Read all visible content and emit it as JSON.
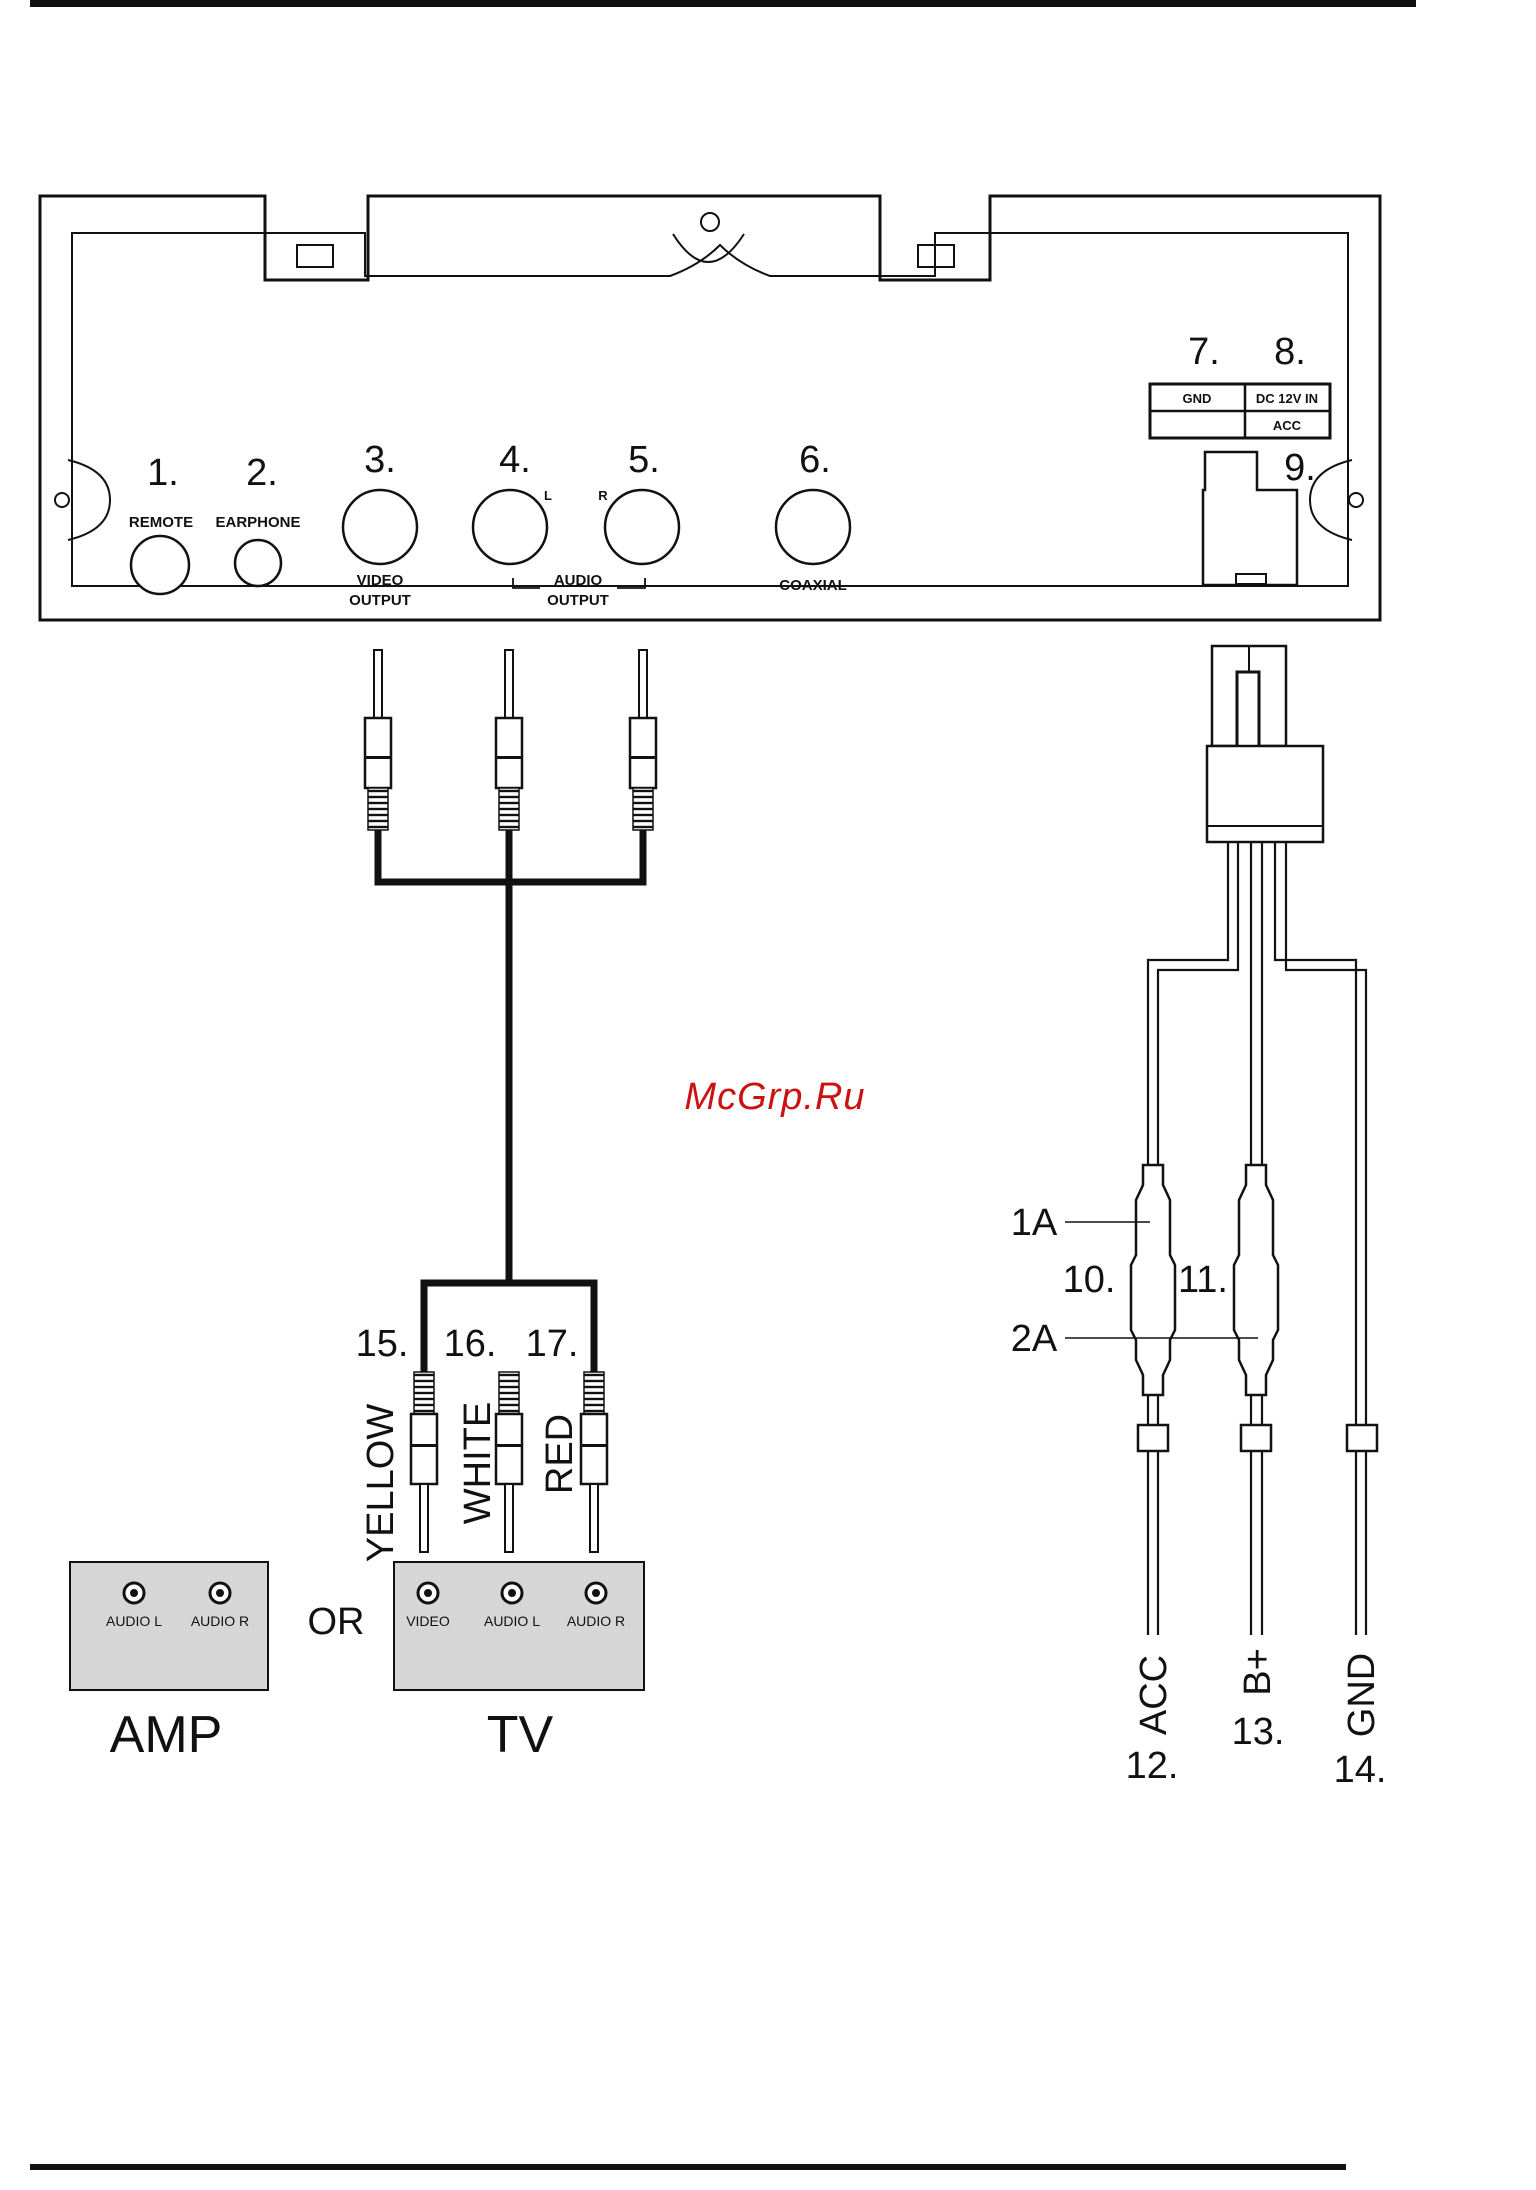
{
  "watermark": "McGrp.Ru",
  "panel": {
    "jacks": [
      {
        "num": "1.",
        "label": "REMOTE"
      },
      {
        "num": "2.",
        "label": "EARPHONE"
      },
      {
        "num": "3.",
        "label": "VIDEO",
        "label2": "OUTPUT"
      },
      {
        "num": "4.",
        "side": "L"
      },
      {
        "num": "5.",
        "side": "R"
      },
      {
        "num": "6.",
        "label": "COAXIAL"
      }
    ],
    "audio_output": {
      "line1": "AUDIO",
      "line2": "OUTPUT"
    },
    "power_block": {
      "num_gnd": "7.",
      "num_dc": "8.",
      "gnd": "GND",
      "dc": "DC  12V  IN",
      "acc": "ACC",
      "connector_num": "9."
    }
  },
  "rca_out": [
    {
      "num": "15.",
      "color": "YELLOW"
    },
    {
      "num": "16.",
      "color": "WHITE"
    },
    {
      "num": "17.",
      "color": "RED"
    }
  ],
  "amp": {
    "title": "AMP",
    "inputs": [
      "AUDIO  L",
      "AUDIO  R"
    ]
  },
  "or_text": "OR",
  "tv": {
    "title": "TV",
    "inputs": [
      "VIDEO",
      "AUDIO  L",
      "AUDIO  R"
    ]
  },
  "fuses": {
    "fuse_a_rating": "1A",
    "fuse_b_rating": "2A",
    "fuse_a_num": "10.",
    "fuse_b_num": "11."
  },
  "wires": [
    {
      "name": "ACC",
      "num": "12."
    },
    {
      "name": "B+",
      "num": "13."
    },
    {
      "name": "GND",
      "num": "14."
    }
  ],
  "colors": {
    "line": "#111111",
    "box_fill": "#d6d6d6",
    "watermark": "#cc1111"
  }
}
